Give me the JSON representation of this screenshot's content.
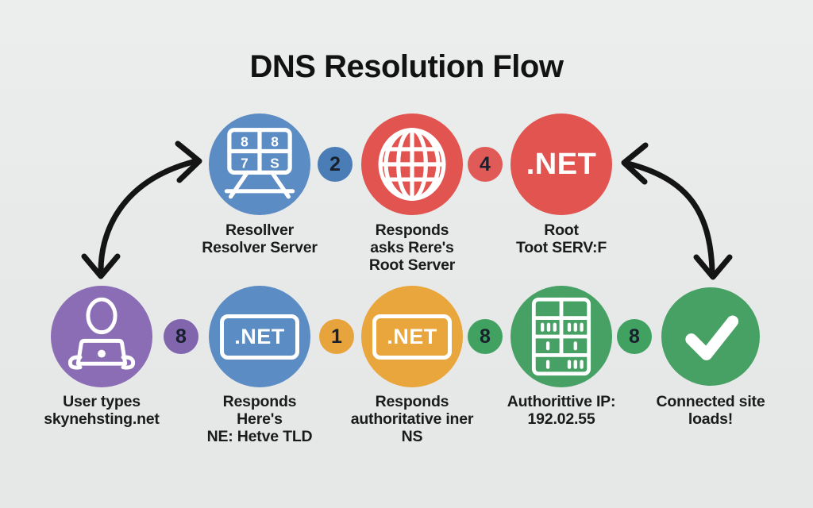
{
  "title": "DNS Resolution Flow",
  "background": "#E8EAEA",
  "arrow_color": "#141414",
  "nodes": [
    {
      "id": "resolver-server",
      "color": "#5B8CC4",
      "icon": "scoreboard-server-icon",
      "cells": [
        "8",
        "8",
        "7",
        "S"
      ],
      "lines": [
        "Resollver",
        "Resolver Server"
      ]
    },
    {
      "id": "root-server",
      "color": "#E15450",
      "icon": "globe-icon",
      "lines": [
        "Responds",
        "asks Rere's",
        "Root Server"
      ]
    },
    {
      "id": "root-tld",
      "color": "#E15450",
      "icon": "dotnet-text",
      "icon_text": ".NET",
      "lines": [
        "Root",
        "Toot SERV:F"
      ]
    },
    {
      "id": "user",
      "color": "#8A6DB4",
      "icon": "user-laptop-icon",
      "lines": [
        "User types",
        "skynehsting.net"
      ]
    },
    {
      "id": "tld-response",
      "color": "#5B8CC4",
      "icon": "dotnet-box-icon",
      "icon_text": ".NET",
      "lines": [
        "Responds",
        "Here's",
        "NE: Hetve TLD"
      ]
    },
    {
      "id": "authoritative-ns",
      "color": "#E9A63D",
      "icon": "dotnet-box-icon",
      "icon_text": ".NET",
      "lines": [
        "Responds",
        "authoritative iner",
        "NS"
      ]
    },
    {
      "id": "authoritative-ip",
      "color": "#47A164",
      "icon": "server-rack-icon",
      "lines": [
        "Authorittive IP:",
        "192.02.55"
      ]
    },
    {
      "id": "site-loads",
      "color": "#47A164",
      "icon": "checkmark-icon",
      "lines": [
        "Connected site",
        "loads!"
      ]
    }
  ],
  "badges": [
    {
      "value": "2",
      "color": "#4A7CB5"
    },
    {
      "value": "4",
      "color": "#E05B58"
    },
    {
      "value": "8",
      "color": "#8166AE"
    },
    {
      "value": "1",
      "color": "#E8A43C"
    },
    {
      "value": "8",
      "color": "#41A161"
    },
    {
      "value": "8",
      "color": "#41A161"
    }
  ]
}
